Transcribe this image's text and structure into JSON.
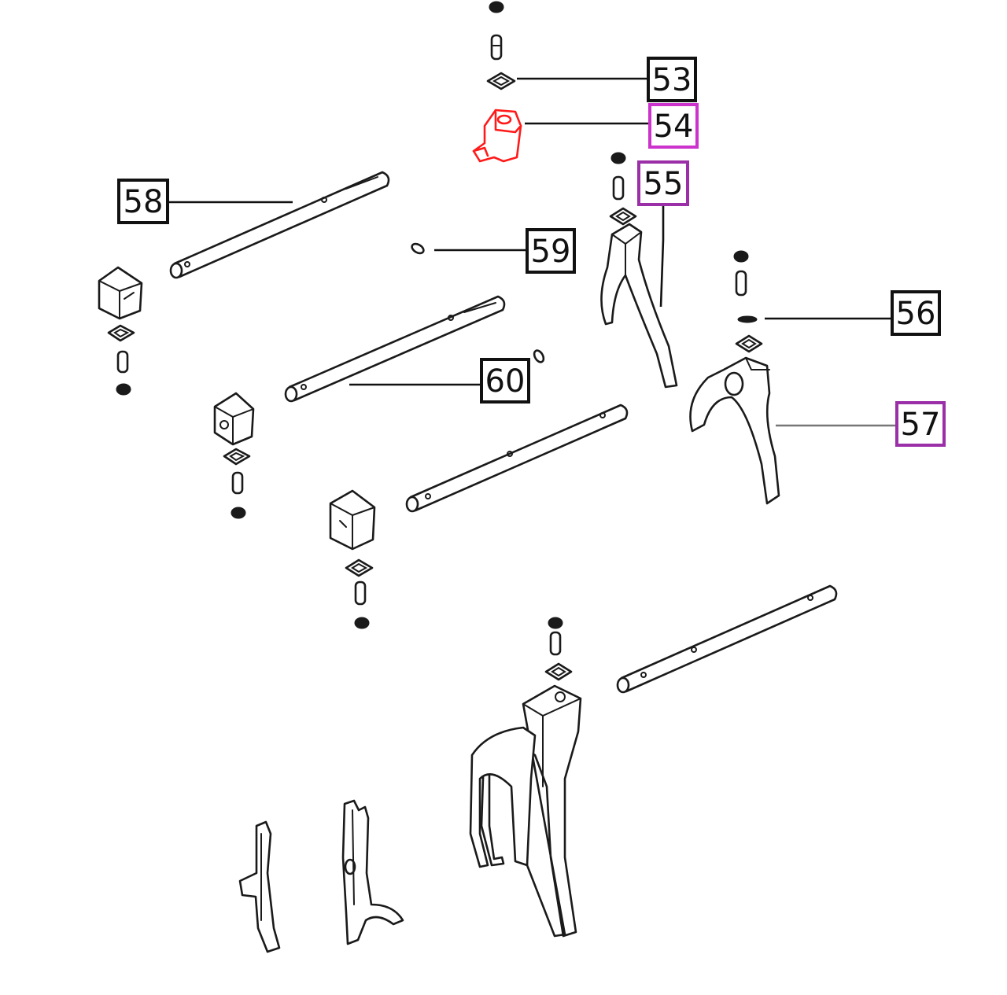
{
  "colors": {
    "line": "#1a1a1a",
    "highlight_part": "#ff1a1a",
    "callout_default": "#111111",
    "callout_highlight": "#9b2fa8",
    "callout_highlight_bright": "#cc33cc"
  },
  "callouts": [
    {
      "id": "53",
      "label": "53",
      "border_color": "#111111"
    },
    {
      "id": "54",
      "label": "54",
      "border_color": "#cc33cc"
    },
    {
      "id": "55",
      "label": "55",
      "border_color": "#9b2fa8"
    },
    {
      "id": "56",
      "label": "56",
      "border_color": "#111111"
    },
    {
      "id": "57",
      "label": "57",
      "border_color": "#9b2fa8"
    },
    {
      "id": "58",
      "label": "58",
      "border_color": "#111111"
    },
    {
      "id": "59",
      "label": "59",
      "border_color": "#111111"
    },
    {
      "id": "60",
      "label": "60",
      "border_color": "#111111"
    }
  ],
  "highlighted_part": "54"
}
